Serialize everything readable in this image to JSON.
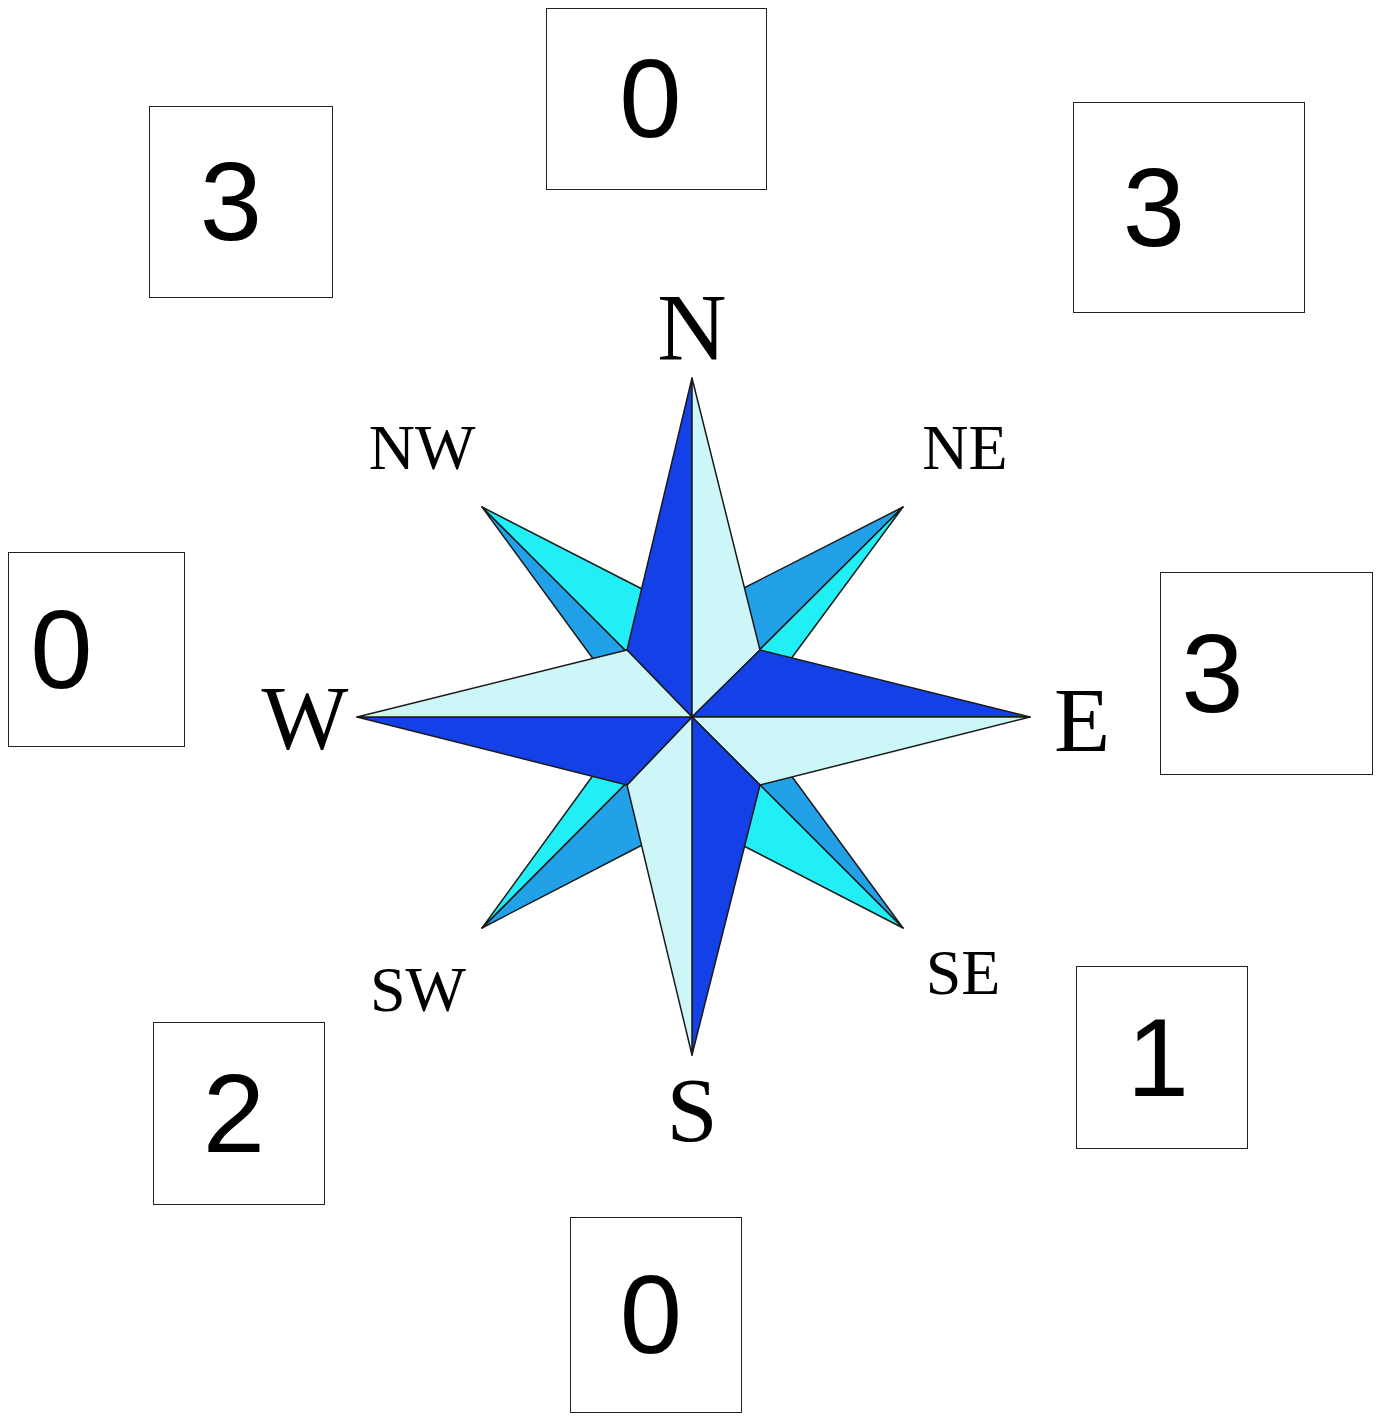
{
  "diagram": {
    "nodes": [
      {
        "text": [
          "3"
        ]
      },
      {
        "text": [
          "0"
        ]
      },
      {
        "text": [
          "3"
        ]
      },
      {
        "text": [
          "0"
        ]
      },
      {
        "text": [
          "3"
        ]
      },
      {
        "text": [
          "2"
        ]
      },
      {
        "text": [
          "1"
        ]
      },
      {
        "text": [
          "0"
        ]
      }
    ],
    "labels": [
      "N",
      "NW",
      "NE",
      "W",
      "E",
      "SW",
      "SE",
      "S"
    ]
  }
}
